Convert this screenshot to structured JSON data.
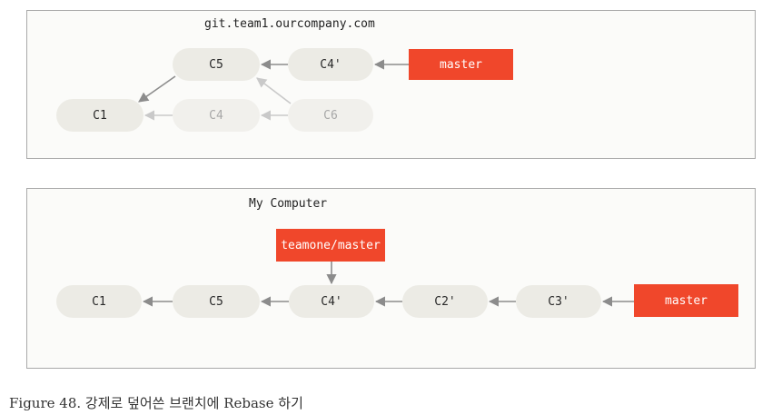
{
  "remote": {
    "title": "git.team1.ourcompany.com",
    "commits": {
      "c1": "C1",
      "c5": "C5",
      "c4": "C4",
      "c4p": "C4'",
      "c6": "C6"
    },
    "ref": "master"
  },
  "local": {
    "title": "My Computer",
    "commits": {
      "c1": "C1",
      "c5": "C5",
      "c4p": "C4'",
      "c2p": "C2'",
      "c3p": "C3'"
    },
    "refs": {
      "teamone": "teamone/master",
      "master": "master"
    }
  },
  "caption": "Figure 48. 강제로 덮어쓴 브랜치에 Rebase 하기",
  "colors": {
    "commit_fill": "#ecebe5",
    "faded_commit_fill": "#f1f0ec",
    "ref_fill": "#f0472b",
    "arrow": "#8c8c8c",
    "faded_arrow": "#c9c9c9"
  }
}
